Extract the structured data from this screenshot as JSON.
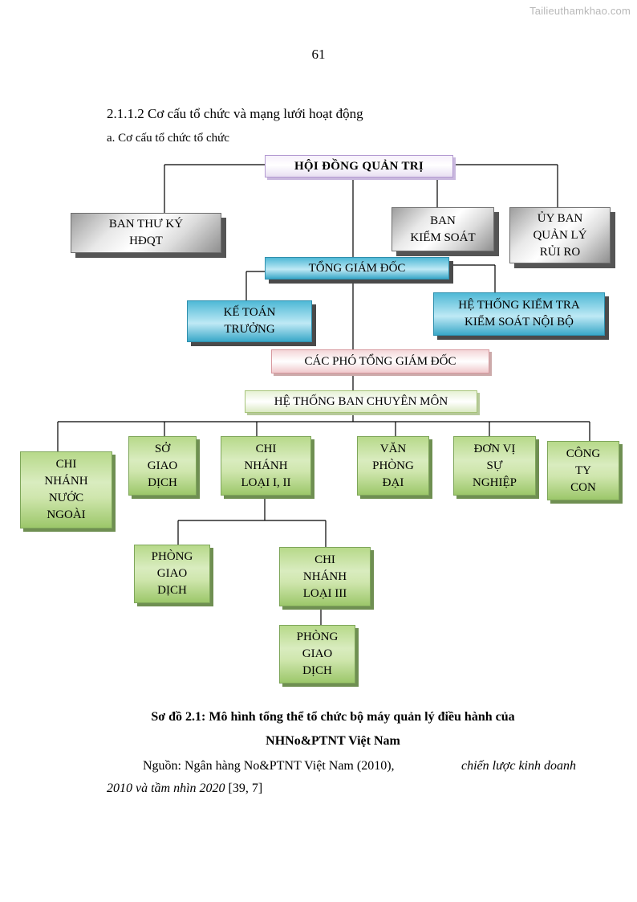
{
  "watermark": "Tailieuthamkhao.com",
  "page_number": "61",
  "section_heading": "2.1.1.2 Cơ cấu tổ chức và mạng lưới hoạt động",
  "subsection_heading": "a. Cơ cấu tổ chức tổ chức",
  "org_chart": {
    "board": [
      "HỘI ĐỒNG QUẢN TRỊ"
    ],
    "secretariat": [
      "BAN THƯ KÝ",
      "HĐQT"
    ],
    "supervisory_board": [
      "BAN",
      "KIỂM SOÁT"
    ],
    "risk_committee": [
      "ỦY BAN",
      "QUẢN LÝ",
      "RỦI RO"
    ],
    "ceo": [
      "TỔNG GIÁM ĐỐC"
    ],
    "chief_accountant": [
      "KẾ TOÁN",
      "TRƯỞNG"
    ],
    "internal_control": [
      "HỆ THỐNG KIỂM TRA",
      "KIỂM SOÁT NỘI BỘ"
    ],
    "deputy_ceos": [
      "CÁC PHÓ TỔNG GIÁM ĐỐC"
    ],
    "specialized_depts": [
      "HỆ THỐNG BAN CHUYÊN MÔN"
    ],
    "overseas_branch": [
      "CHI",
      "NHÁNH",
      "NƯỚC",
      "NGOÀI"
    ],
    "transaction_center": [
      "SỞ",
      "GIAO",
      "DỊCH"
    ],
    "branch_level_1_2": [
      "CHI",
      "NHÁNH",
      "LOẠI I, II"
    ],
    "representative_office": [
      "VĂN",
      "PHÒNG",
      "ĐẠI"
    ],
    "public_service_unit": [
      "ĐƠN VỊ",
      "SỰ",
      "NGHIỆP"
    ],
    "subsidiary": [
      "CÔNG",
      "TY",
      "CON"
    ],
    "transaction_office_1": [
      "PHÒNG",
      "GIAO",
      "DỊCH"
    ],
    "branch_level_3": [
      "CHI",
      "NHÁNH",
      "LOẠI III"
    ],
    "transaction_office_2": [
      "PHÒNG",
      "GIAO",
      "DỊCH"
    ]
  },
  "caption_line1": "Sơ đồ 2.1: Mô hình tổng thể tổ chức bộ máy quản lý điều hành của",
  "caption_line2": "NHNo&PTNT Việt Nam",
  "source": {
    "prefix": "Nguồn: Ngân hàng No&PTNT Việt Nam (2010), ",
    "title_italic_1": "chiến lược kinh doanh",
    "title_italic_2": "2010 và tầm nhìn 2020",
    "suffix": " [39, 7]"
  },
  "colors": {
    "gray_box": "#bdbdbd",
    "blue_box": "#7cc9e0",
    "pink_box": "#f4d6d8",
    "light_green_box": "#e6f1d4",
    "green_box": "#bedd96"
  }
}
